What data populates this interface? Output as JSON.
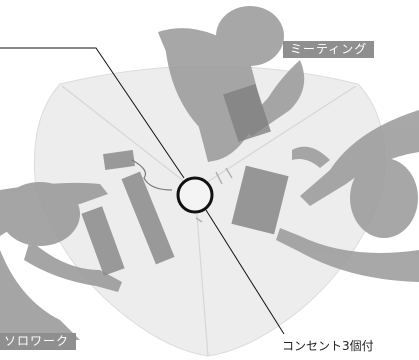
{
  "labels": {
    "meeting": "ミーティング",
    "solo_work": "ソロワーク",
    "outlet": "コンセント3個付"
  },
  "colors": {
    "table_top": "#ededed",
    "table_edge": "#dcdcdc",
    "person_silhouette": "#9c9c9c",
    "label_background": "#8f8f8f",
    "label_text": "#ffffff",
    "leader_line": "#111111"
  },
  "icons": {
    "outlet": "outlet-ring-icon",
    "laptop": "laptop-icon",
    "document": "document-icon"
  }
}
